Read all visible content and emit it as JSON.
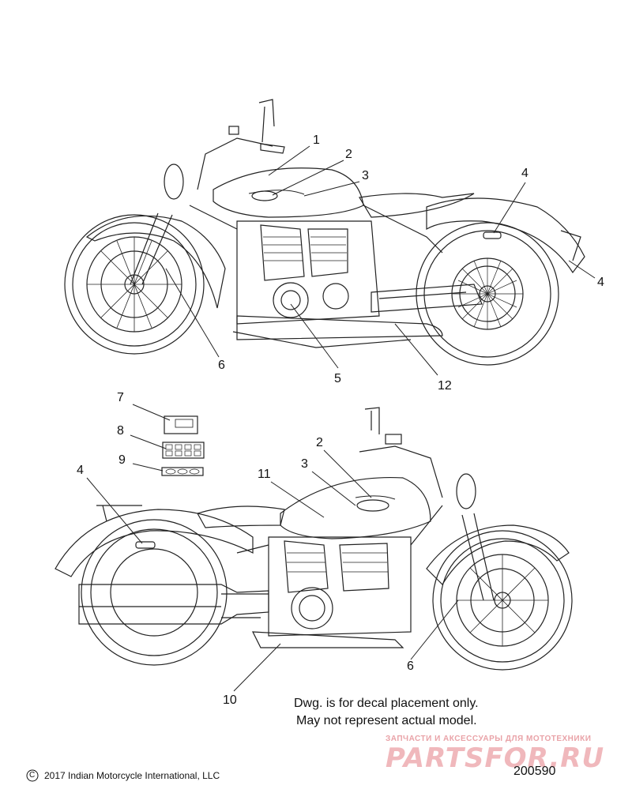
{
  "callouts": {
    "top_1": "1",
    "top_2": "2",
    "top_3": "3",
    "top_4a": "4",
    "top_4b": "4",
    "top_5": "5",
    "top_6": "6",
    "top_12": "12",
    "kit_7": "7",
    "kit_8": "8",
    "kit_9": "9",
    "bot_4": "4",
    "bot_11": "11",
    "bot_3": "3",
    "bot_2": "2",
    "bot_6": "6",
    "bot_10": "10"
  },
  "note": {
    "line1": "Dwg. is for decal placement only.",
    "line2": "May not represent actual model."
  },
  "copyright": "2017 Indian Motorcycle International, LLC",
  "copyright_symbol": "C",
  "drawing_number": "200590",
  "watermark": {
    "tagline": "ЗАПЧАСТИ И АКСЕССУАРЫ ДЛЯ МОТОТЕХНИКИ",
    "logo": "PARTSFOR.RU"
  },
  "colors": {
    "line": "#111111",
    "watermark": "#e9a3a8"
  }
}
